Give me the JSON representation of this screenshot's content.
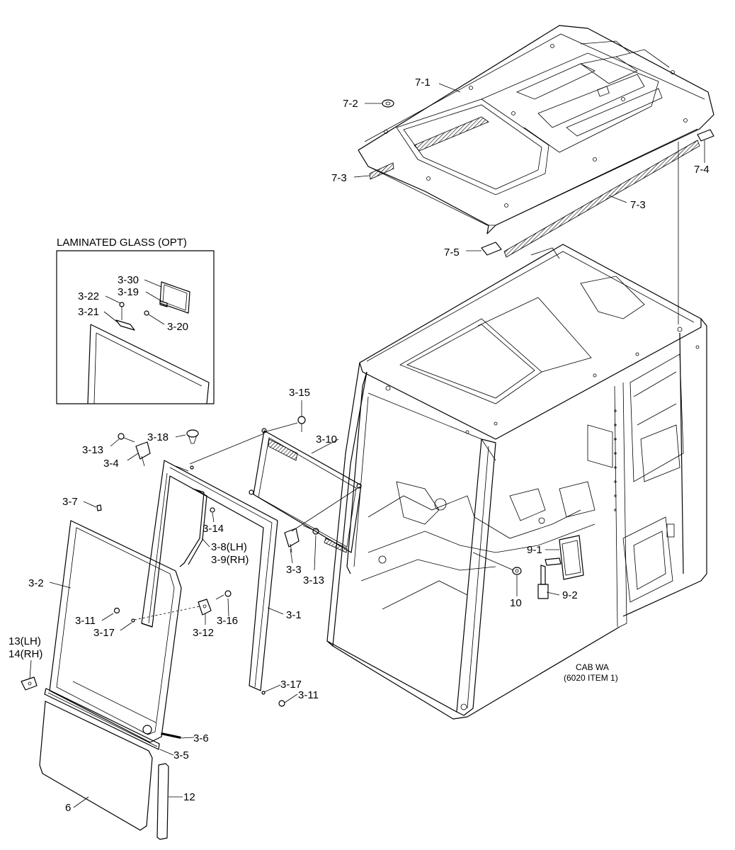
{
  "inset": {
    "title": "LAMINATED GLASS (OPT)"
  },
  "cab_note": {
    "line1": "CAB WA",
    "line2": "(6020 ITEM 1)"
  },
  "callouts": {
    "c7_1": "7-1",
    "c7_2": "7-2",
    "c7_3a": "7-3",
    "c7_3b": "7-3",
    "c7_4": "7-4",
    "c7_5": "7-5",
    "c3_30": "3-30",
    "c3_19": "3-19",
    "c3_22": "3-22",
    "c3_21": "3-21",
    "c3_20": "3-20",
    "c3_15": "3-15",
    "c3_18": "3-18",
    "c3_10": "3-10",
    "c3_13a": "3-13",
    "c3_4": "3-4",
    "c3_7": "3-7",
    "c3_14": "3-14",
    "c3_8": "3-8(LH)",
    "c3_9": "3-9(RH)",
    "c3_3": "3-3",
    "c3_13b": "3-13",
    "c3_2": "3-2",
    "c3_11a": "3-11",
    "c3_17a": "3-17",
    "c3_12": "3-12",
    "c3_16": "3-16",
    "c3_1": "3-1",
    "c13": "13(LH)",
    "c14": "14(RH)",
    "c3_17b": "3-17",
    "c3_11b": "3-11",
    "c3_6": "3-6",
    "c3_5": "3-5",
    "c6": "6",
    "c12": "12",
    "c9_1": "9-1",
    "c9_2": "9-2",
    "c10": "10"
  }
}
